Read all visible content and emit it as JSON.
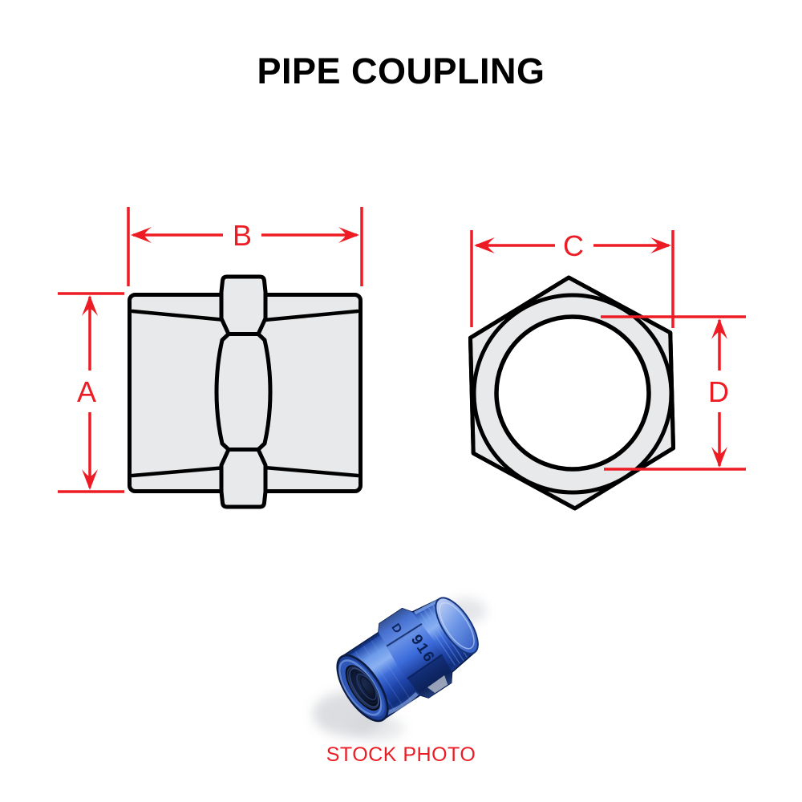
{
  "page": {
    "title": "PIPE COUPLING",
    "caption": "STOCK PHOTO"
  },
  "drawing": {
    "dims": {
      "a": "A",
      "b": "B",
      "c": "C",
      "d": "D"
    },
    "colors": {
      "dimension_red": "#ed1c24",
      "metal_fill": "#e8e9ea",
      "outline": "#000000",
      "bore_white": "#ffffff"
    }
  },
  "photo": {
    "stamp_side": "916",
    "stamp_top": "D",
    "colors": {
      "anodized_blue": "#3c6cdc",
      "highlight_blue": "#8ab1f2",
      "navy_shadow": "#0d2257"
    }
  }
}
